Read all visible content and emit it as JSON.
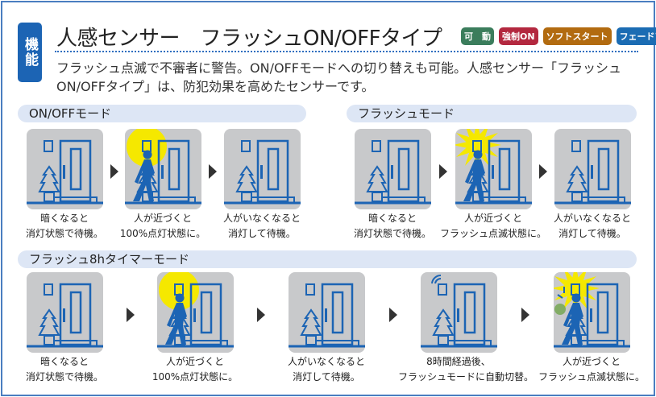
{
  "badge": "機能",
  "title": "人感センサー　フラッシュON/OFFタイプ",
  "tags": [
    {
      "label": "可　動",
      "color": "#3b7d5c"
    },
    {
      "label": "強制ON",
      "color": "#b3283f"
    },
    {
      "label": "ソフトスタート",
      "color": "#b26b10"
    },
    {
      "label": "フェードアウト",
      "color": "#1b6cb3"
    }
  ],
  "description": "フラッシュ点滅で不審者に警告。ON/OFFモードへの切り替えも可能。人感センサー「フラッシュON/OFFタイプ」は、防犯効果を高めたセンサーです。",
  "colors": {
    "blue": "#1c64b4",
    "panel": "#c8c9cb",
    "light": "#f5e800"
  },
  "sections": [
    {
      "title": "ON/OFFモード",
      "steps": [
        {
          "scene": "off",
          "caption": "暗くなると\n消灯状態で待機。"
        },
        {
          "scene": "on",
          "caption": "人が近づくと\n100%点灯状態に。"
        },
        {
          "scene": "off",
          "caption": "人がいなくなると\n消灯して待機。"
        }
      ]
    },
    {
      "title": "フラッシュモード",
      "steps": [
        {
          "scene": "off",
          "caption": "暗くなると\n消灯状態で待機。"
        },
        {
          "scene": "flash",
          "caption": "人が近づくと\nフラッシュ点滅状態に。"
        },
        {
          "scene": "off",
          "caption": "人がいなくなると\n消灯して待機。"
        }
      ]
    },
    {
      "title": "フラッシュ8hタイマーモード",
      "steps": [
        {
          "scene": "off",
          "caption": "暗くなると\n消灯状態で待機。"
        },
        {
          "scene": "on",
          "caption": "人が近づくと\n100%点灯状態に。"
        },
        {
          "scene": "off",
          "caption": "人がいなくなると\n消灯して待機。"
        },
        {
          "scene": "signal",
          "caption": "8時間経過後、\nフラッシュモードに自動切替。"
        },
        {
          "scene": "flash-thief",
          "caption": "人が近づくと\nフラッシュ点滅状態に。"
        }
      ]
    }
  ]
}
